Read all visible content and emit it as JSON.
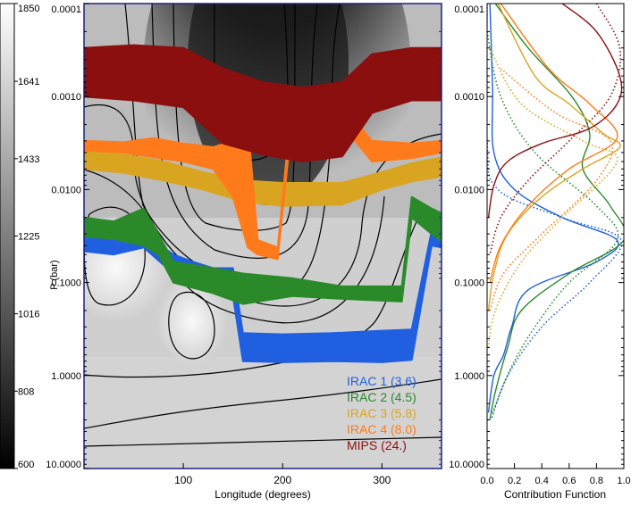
{
  "chart_data": [
    {
      "type": "heatmap",
      "title": "",
      "xlabel": "Longitude (degrees)",
      "ylabel": "P (bar)",
      "xlim": [
        0,
        360
      ],
      "ylim": [
        10.0,
        0.0001
      ],
      "yscale": "log",
      "x_ticks": [
        100,
        200,
        300
      ],
      "y_ticks": [
        "0.0001",
        "0.0010",
        "0.0100",
        "0.1000",
        "1.0000",
        "10.0000"
      ],
      "colorbar": {
        "ticks": [
          "1850",
          "1641",
          "1433",
          "1225",
          "1016",
          "808",
          "600"
        ],
        "colormap": "grayscale",
        "range": [
          600,
          1850
        ]
      },
      "series": [
        {
          "name": "IRAC 1 (3.6)",
          "color": "#1f5fe0",
          "band": [
            [
              0,
              0.032,
              0.046
            ],
            [
              30,
              0.03,
              0.05
            ],
            [
              60,
              0.03,
              0.042
            ],
            [
              90,
              0.05,
              0.08
            ],
            [
              110,
              0.06,
              0.1
            ],
            [
              130,
              0.07,
              0.11
            ],
            [
              150,
              0.07,
              0.14
            ],
            [
              160,
              0.35,
              0.7
            ],
            [
              200,
              0.36,
              0.72
            ],
            [
              250,
              0.35,
              0.7
            ],
            [
              300,
              0.33,
              0.72
            ],
            [
              330,
              0.32,
              0.68
            ],
            [
              350,
              0.028,
              0.04
            ],
            [
              360,
              0.028,
              0.042
            ]
          ]
        },
        {
          "name": "IRAC 2 (4.5)",
          "color": "#2a8a2a",
          "band": [
            [
              0,
              0.02,
              0.032
            ],
            [
              30,
              0.022,
              0.034
            ],
            [
              60,
              0.016,
              0.04
            ],
            [
              75,
              0.03,
              0.05
            ],
            [
              90,
              0.06,
              0.1
            ],
            [
              130,
              0.07,
              0.13
            ],
            [
              160,
              0.08,
              0.17
            ],
            [
              210,
              0.09,
              0.14
            ],
            [
              260,
              0.11,
              0.15
            ],
            [
              320,
              0.11,
              0.16
            ],
            [
              330,
              0.012,
              0.02
            ],
            [
              350,
              0.016,
              0.03
            ],
            [
              360,
              0.018,
              0.036
            ]
          ]
        },
        {
          "name": "IRAC 3 (5.8)",
          "color": "#d9a520",
          "band": [
            [
              0,
              0.0038,
              0.006
            ],
            [
              40,
              0.0042,
              0.0066
            ],
            [
              80,
              0.005,
              0.008
            ],
            [
              120,
              0.0065,
              0.01
            ],
            [
              160,
              0.008,
              0.0135
            ],
            [
              200,
              0.0085,
              0.015
            ],
            [
              260,
              0.0085,
              0.0145
            ],
            [
              300,
              0.0065,
              0.01
            ],
            [
              330,
              0.0052,
              0.0082
            ],
            [
              360,
              0.0045,
              0.0072
            ]
          ]
        },
        {
          "name": "IRAC 4 (8.0)",
          "color": "#ff7a1a",
          "band": [
            [
              0,
              0.003,
              0.0038
            ],
            [
              40,
              0.0031,
              0.004
            ],
            [
              70,
              0.0028,
              0.0045
            ],
            [
              100,
              0.0032,
              0.005
            ],
            [
              130,
              0.0035,
              0.006
            ],
            [
              150,
              0.003,
              0.012
            ],
            [
              165,
              0.002,
              0.042
            ],
            [
              175,
              0.035,
              0.05
            ],
            [
              195,
              0.042,
              0.056
            ],
            [
              210,
              0.001,
              0.0016
            ],
            [
              250,
              0.0009,
              0.0015
            ],
            [
              290,
              0.003,
              0.005
            ],
            [
              330,
              0.0032,
              0.0046
            ],
            [
              360,
              0.003,
              0.004
            ]
          ]
        },
        {
          "name": "MIPS (24.)",
          "color": "#8b0f0f",
          "band": [
            [
              0,
              0.0003,
              0.001
            ],
            [
              50,
              0.00028,
              0.0011
            ],
            [
              100,
              0.0003,
              0.0013
            ],
            [
              140,
              0.0005,
              0.0032
            ],
            [
              180,
              0.0007,
              0.0042
            ],
            [
              220,
              0.0008,
              0.005
            ],
            [
              260,
              0.0007,
              0.0044
            ],
            [
              290,
              0.00035,
              0.0015
            ],
            [
              330,
              0.0003,
              0.0011
            ],
            [
              360,
              0.0003,
              0.0011
            ]
          ]
        }
      ],
      "legend_position": "bottom-right"
    },
    {
      "type": "line",
      "title": "",
      "xlabel": "Contribution Function",
      "ylabel": "",
      "xlim": [
        0.0,
        1.0
      ],
      "ylim": [
        10.0,
        0.0001
      ],
      "yscale": "log",
      "x_ticks": [
        "0.0",
        "0.2",
        "0.4",
        "0.6",
        "0.8",
        "1.0"
      ],
      "y_ticks": [
        "0.0001",
        "0.0010",
        "0.0100",
        "0.1000",
        "1.0000",
        "10.0000"
      ],
      "series": [
        {
          "color": "#1f5fe0",
          "style": "solid",
          "points": [
            [
              0.02,
              0.0001
            ],
            [
              0.04,
              0.0008
            ],
            [
              0.05,
              0.004
            ],
            [
              0.2,
              0.01
            ],
            [
              0.55,
              0.02
            ],
            [
              0.95,
              0.035
            ],
            [
              0.8,
              0.06
            ],
            [
              0.3,
              0.12
            ],
            [
              0.18,
              0.3
            ],
            [
              0.12,
              0.6
            ],
            [
              0.05,
              1.0
            ],
            [
              0.01,
              2.5
            ]
          ]
        },
        {
          "color": "#1f5fe0",
          "style": "dotted",
          "points": [
            [
              0.0,
              0.0001
            ],
            [
              0.0,
              0.003
            ],
            [
              0.08,
              0.01
            ],
            [
              0.55,
              0.02
            ],
            [
              0.98,
              0.035
            ],
            [
              0.75,
              0.1
            ],
            [
              0.4,
              0.3
            ],
            [
              0.15,
              1.0
            ],
            [
              0.03,
              3.0
            ]
          ]
        },
        {
          "color": "#2a8a2a",
          "style": "solid",
          "points": [
            [
              0.06,
              0.0001
            ],
            [
              0.3,
              0.0003
            ],
            [
              0.62,
              0.001
            ],
            [
              0.75,
              0.0025
            ],
            [
              0.7,
              0.006
            ],
            [
              0.9,
              0.015
            ],
            [
              1.0,
              0.035
            ],
            [
              0.6,
              0.08
            ],
            [
              0.25,
              0.2
            ],
            [
              0.15,
              0.5
            ],
            [
              0.06,
              1.5
            ],
            [
              0.02,
              3.0
            ]
          ]
        },
        {
          "color": "#2a8a2a",
          "style": "dotted",
          "points": [
            [
              0.0,
              0.0002
            ],
            [
              0.1,
              0.001
            ],
            [
              0.35,
              0.004
            ],
            [
              0.8,
              0.015
            ],
            [
              0.95,
              0.035
            ],
            [
              0.6,
              0.1
            ],
            [
              0.35,
              0.3
            ],
            [
              0.18,
              0.8
            ],
            [
              0.04,
              2.5
            ]
          ]
        },
        {
          "color": "#d9a520",
          "style": "solid",
          "points": [
            [
              0.08,
              0.0001
            ],
            [
              0.35,
              0.0006
            ],
            [
              0.6,
              0.0012
            ],
            [
              0.85,
              0.0025
            ],
            [
              0.97,
              0.0035
            ],
            [
              0.7,
              0.006
            ],
            [
              0.4,
              0.012
            ],
            [
              0.15,
              0.03
            ],
            [
              0.05,
              0.08
            ],
            [
              0.01,
              0.2
            ]
          ]
        },
        {
          "color": "#d9a520",
          "style": "dotted",
          "points": [
            [
              0.02,
              0.0003
            ],
            [
              0.25,
              0.0012
            ],
            [
              0.7,
              0.003
            ],
            [
              0.95,
              0.005
            ],
            [
              0.55,
              0.02
            ],
            [
              0.25,
              0.06
            ],
            [
              0.06,
              0.2
            ],
            [
              0.01,
              0.5
            ]
          ]
        },
        {
          "color": "#ff7a1a",
          "style": "solid",
          "points": [
            [
              0.1,
              0.0001
            ],
            [
              0.45,
              0.0005
            ],
            [
              0.75,
              0.0012
            ],
            [
              0.95,
              0.0028
            ],
            [
              0.6,
              0.006
            ],
            [
              0.3,
              0.015
            ],
            [
              0.1,
              0.04
            ],
            [
              0.02,
              0.1
            ]
          ]
        },
        {
          "color": "#ff7a1a",
          "style": "dotted",
          "points": [
            [
              0.1,
              0.0005
            ],
            [
              0.5,
              0.0015
            ],
            [
              0.9,
              0.003
            ],
            [
              0.8,
              0.008
            ],
            [
              0.4,
              0.03
            ],
            [
              0.12,
              0.08
            ],
            [
              0.02,
              0.2
            ]
          ]
        },
        {
          "color": "#8b0f0f",
          "style": "solid",
          "points": [
            [
              0.55,
              0.0001
            ],
            [
              0.8,
              0.0002
            ],
            [
              0.97,
              0.0006
            ],
            [
              0.95,
              0.0012
            ],
            [
              0.75,
              0.0022
            ],
            [
              0.4,
              0.0032
            ],
            [
              0.15,
              0.005
            ],
            [
              0.05,
              0.009
            ],
            [
              0.01,
              0.02
            ]
          ]
        },
        {
          "color": "#8b0f0f",
          "style": "dotted",
          "points": [
            [
              0.8,
              0.0001
            ],
            [
              0.97,
              0.0003
            ],
            [
              0.9,
              0.001
            ],
            [
              0.6,
              0.003
            ],
            [
              0.3,
              0.008
            ],
            [
              0.1,
              0.02
            ],
            [
              0.02,
              0.05
            ]
          ]
        }
      ]
    }
  ]
}
